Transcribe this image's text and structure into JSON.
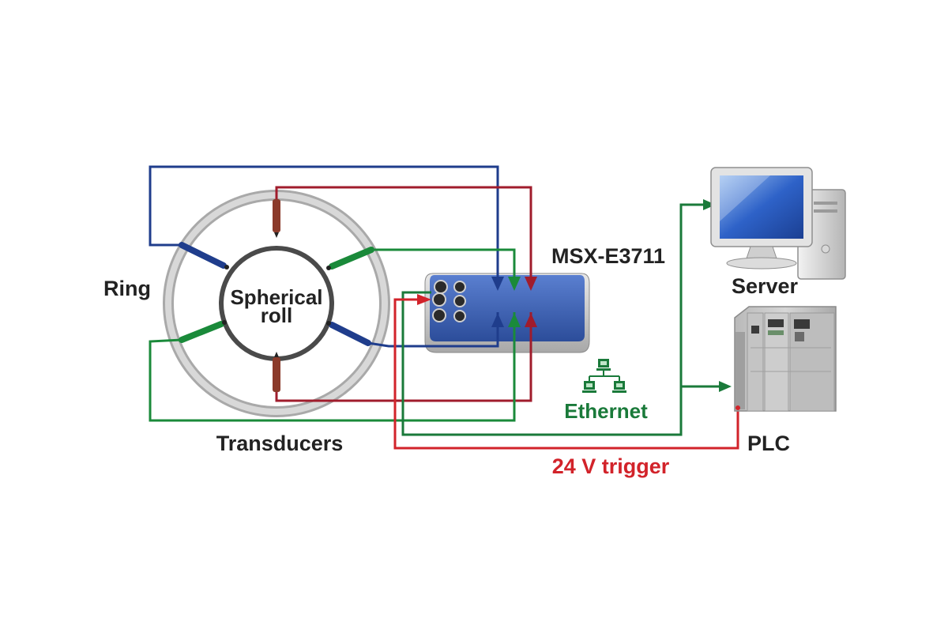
{
  "labels": {
    "ring": "Ring",
    "spherical_roll_line1": "Spherical",
    "spherical_roll_line2": "roll",
    "transducers": "Transducers",
    "device": "MSX-E3711",
    "server": "Server",
    "plc": "PLC",
    "ethernet": "Ethernet",
    "trigger": "24 V trigger"
  },
  "colors": {
    "blue_signal": "#1f3d8c",
    "red_signal": "#a01c2c",
    "green_signal": "#1a8a3a",
    "ethernet_green": "#1a7a3a",
    "trigger_red": "#d2232a",
    "transducer_brown": "#8b3a2a",
    "ring_gray": "#bfbfbf",
    "roll_dark": "#4a4a4a",
    "device_blue": "#3a5fb0"
  },
  "icons": [
    "network-icon",
    "computer-icon",
    "plc-icon",
    "device-connector-icon"
  ]
}
